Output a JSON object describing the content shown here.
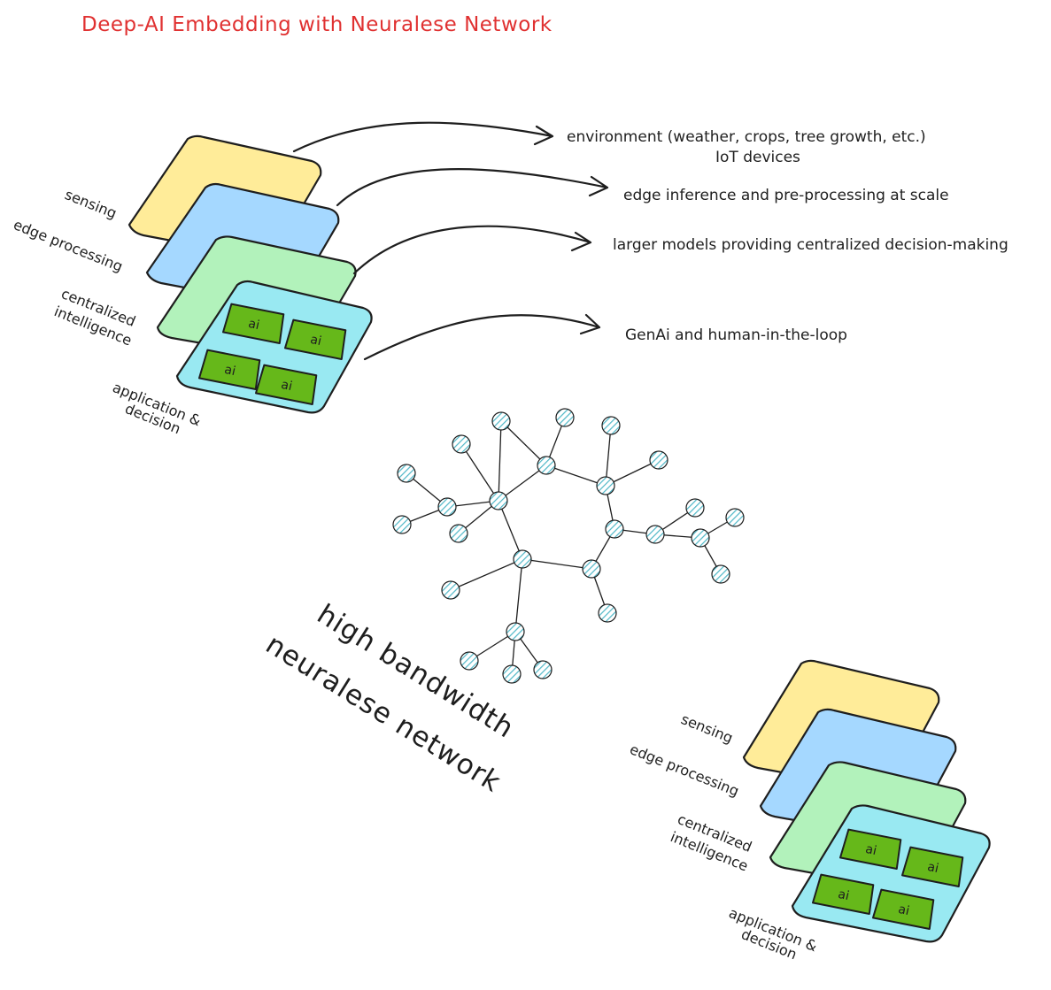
{
  "title": "Deep-AI Embedding with Neuralese Network",
  "stack_top": {
    "layers": [
      "sensing",
      "edge processing",
      "centralized intelligence",
      "application & decision"
    ],
    "label_lines": {
      "sensing": "sensing",
      "edge": "edge processing",
      "central_1": "centralized",
      "central_2": "intelligence",
      "app_1": "application &",
      "app_2": "decision"
    },
    "chip_label": "ai"
  },
  "stack_bottom": {
    "label_lines": {
      "sensing": "sensing",
      "edge": "edge processing",
      "central_1": "centralized",
      "central_2": "intelligence",
      "app_1": "application &",
      "app_2": "decision"
    },
    "chip_label": "ai"
  },
  "descriptions": {
    "sensing_1": "environment (weather, crops, tree growth, etc.)",
    "sensing_2": "IoT devices",
    "edge": "edge inference and pre-processing at scale",
    "central": "larger models providing centralized decision-making",
    "app": "GenAi and human-in-the-loop"
  },
  "network": {
    "label_1": "high bandwidth",
    "label_2": "neuralese network"
  },
  "colors": {
    "title": "#e03131",
    "sensing": "#ffec99",
    "edge": "#a5d8ff",
    "central": "#b2f2bb",
    "app": "#99e9f2",
    "chip": "#66b81a",
    "node": "#99e9f2"
  }
}
